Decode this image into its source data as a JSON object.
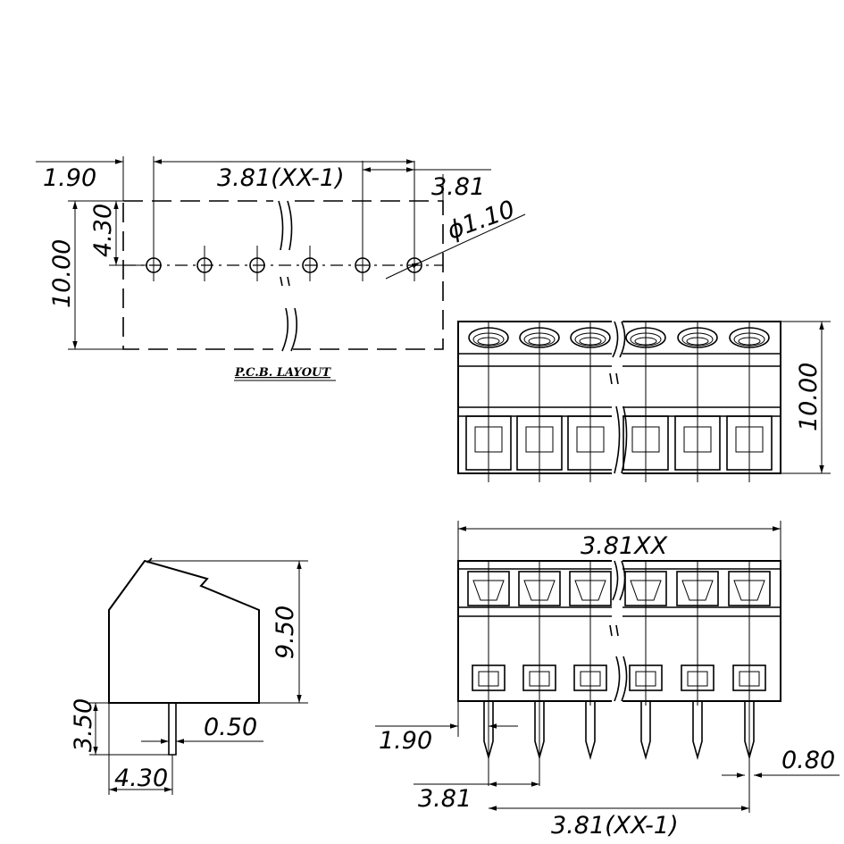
{
  "pcb_layout": {
    "title": "P.C.B. LAYOUT",
    "dim_edge_offset": "1.90",
    "dim_span": "3.81(XX-1)",
    "dim_pitch": "3.81",
    "dim_hole": "ϕ1.10",
    "dim_row_offset": "4.30",
    "dim_depth": "10.00"
  },
  "top_view": {
    "dim_height": "10.00"
  },
  "side_view": {
    "dim_body_height": "9.50",
    "dim_pin_length": "3.50",
    "dim_pin_width": "0.50",
    "dim_pin_offset": "4.30"
  },
  "front_view": {
    "dim_total_width": "3.81XX",
    "dim_edge_offset": "1.90",
    "dim_pitch": "3.81",
    "dim_span": "3.81(XX-1)",
    "dim_pin_width": "0.80"
  }
}
